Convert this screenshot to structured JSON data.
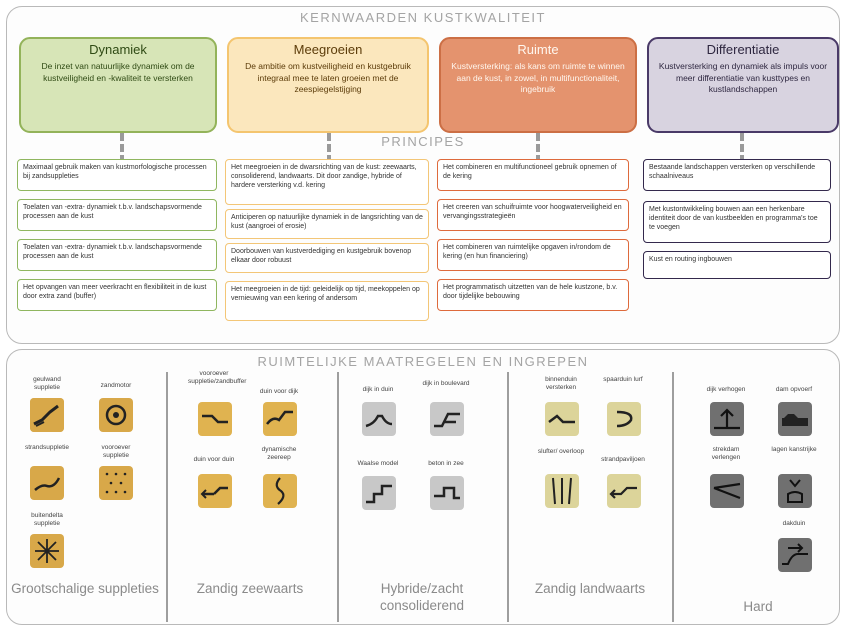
{
  "title": "KERNWAARDEN KUSTKWALITEIT",
  "principes_title": "PRINCIPES",
  "section2_title": "RUIMTELIJKE MAATREGELEN EN INGREPEN",
  "colors": {
    "dynamiek": "#93b35a",
    "meegroeien": "#f4c56f",
    "ruimte": "#cc6f45",
    "differentiatie": "#4a3a68",
    "zandig": "#e0b350",
    "hybride": "#c8c8c8",
    "hard": "#707070"
  },
  "values": [
    {
      "title": "Dynamiek",
      "desc": "De inzet van natuurlijke dynamiek om de kustveiligheid en -kwaliteit te versterken"
    },
    {
      "title": "Meegroeien",
      "desc": "De ambitie om kustveiligheid en kustgebruik integraal mee te laten groeien met de zeespiegelstijging"
    },
    {
      "title": "Ruimte",
      "desc": "Kustversterking: als kans om ruimte te winnen aan de kust, in zowel, in multifunctionaliteit, ingebruik"
    },
    {
      "title": "Differentiatie",
      "desc": "Kustversterking en dynamiek als impuls voor meer differentiatie van kusttypes en kustlandschappen"
    }
  ],
  "principles": {
    "dynamiek": [
      "Maximaal gebruik maken van kustmorfologische processen bij zandsuppleties",
      "Toelaten van -extra- dynamiek t.b.v. landschapsvormende processen aan de kust",
      "Toelaten van -extra- dynamiek t.b.v. landschapsvormende processen aan de kust",
      "Het opvangen van meer veerkracht en flexibiliteit in de kust door extra zand (buffer)"
    ],
    "meegroeien": [
      "Het meegroeien in de dwarsrichting van de kust: zeewaarts, consoliderend, landwaarts. Dit door zandige, hybride of hardere versterking v.d. kering",
      "Anticiperen op natuurlijke dynamiek in de langsrichting van de kust (aangroei of erosie)",
      "Doorbouwen van kustverdediging en kustgebruik bovenop elkaar door robuust",
      "Het meegroeien in de tijd: geleidelijk op tijd, meekoppelen op vernieuwing van een kering of andersom"
    ],
    "ruimte": [
      "Het combineren en multifunctioneel gebruik opnemen of de kering",
      "Het creeren van schuifruimte voor hoogwaterveiligheid en vervangingsstrategieën",
      "Het combineren van ruimtelijke opgaven in/rondom de kering (en hun financiering)",
      "Het programmatisch uitzetten van de hele kustzone, b.v. door tijdelijke bebouwing"
    ],
    "differentiatie": [
      "Bestaande landschappen versterken op verschillende schaalniveaus",
      "Met kustontwikkeling bouwen aan een herkenbare identiteit door de van kustbeelden en programma's toe te voegen",
      "Kust en routing ingbouwen"
    ]
  },
  "categories": [
    {
      "label": "Grootschalige suppleties",
      "items": [
        "geulwand suppletie",
        "zandmotor",
        "strandsuppletie",
        "vooroever suppletie",
        "buitendelta suppletie"
      ]
    },
    {
      "label": "Zandig zeewaarts",
      "items": [
        "duin voor dijk",
        "duin voor duin",
        "dynamische zeereep",
        "vooroever suppletie/zandbuffer"
      ]
    },
    {
      "label": "Hybride/zacht consoliderend",
      "items": [
        "dijk in duin",
        "dijk in boulevard",
        "Waalse model",
        "beton in zee"
      ]
    },
    {
      "label": "Zandig landwaarts",
      "items": [
        "binnenduin versterken",
        "spaarduin lurf",
        "slufter/ overloop",
        "strandpaviljoen"
      ]
    },
    {
      "label": "Hard",
      "items": [
        "dijk verhogen",
        "dam opvoerf",
        "strekdam verlengen",
        "lagen kanstrijke",
        "dakduin"
      ]
    }
  ]
}
